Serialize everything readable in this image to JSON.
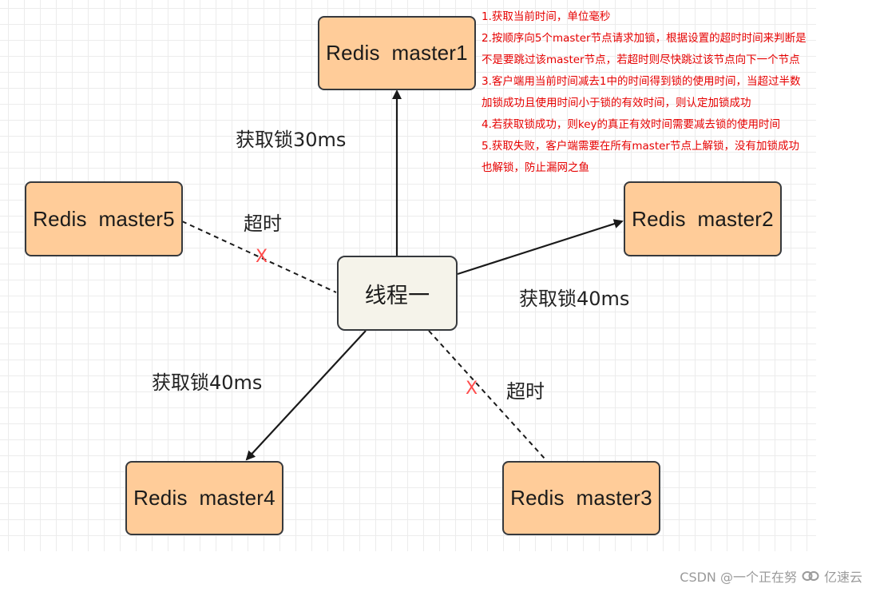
{
  "nodes": {
    "center": "线程一",
    "master1": "Redis  master1",
    "master2": "Redis  master2",
    "master3": "Redis  master3",
    "master4": "Redis  master4",
    "master5": "Redis  master5"
  },
  "edge_labels": {
    "to_master1": "获取锁30ms",
    "to_master2": "获取锁40ms",
    "to_master3": "超时",
    "to_master4": "获取锁40ms",
    "to_master5": "超时"
  },
  "timeout_mark": "X",
  "notes": [
    "1.获取当前时间，单位毫秒",
    "2.按顺序向5个master节点请求加锁，根据设置的超时时间来判断是",
    "不是要跳过该master节点，若超时则尽快跳过该节点向下一个节点",
    "3.客户端用当前时间减去1中的时间得到锁的使用时间，当超过半数",
    "加锁成功且使用时间小于锁的有效时间，则认定加锁成功",
    "4.若获取锁成功，则key的真正有效时间需要减去锁的使用时间",
    "5.获取失败，客户端需要在所有master节点上解锁，没有加锁成功",
    "也解锁，防止漏网之鱼"
  ],
  "watermark": {
    "csdn": "CSDN @一个正在努",
    "brand": "亿速云"
  },
  "colors": {
    "node_fill": "#ffcc99",
    "center_fill": "#f5f3ea",
    "notes_text": "#e60000",
    "timeout_mark": "#ff4d4d",
    "edge": "#1a1a1a"
  }
}
